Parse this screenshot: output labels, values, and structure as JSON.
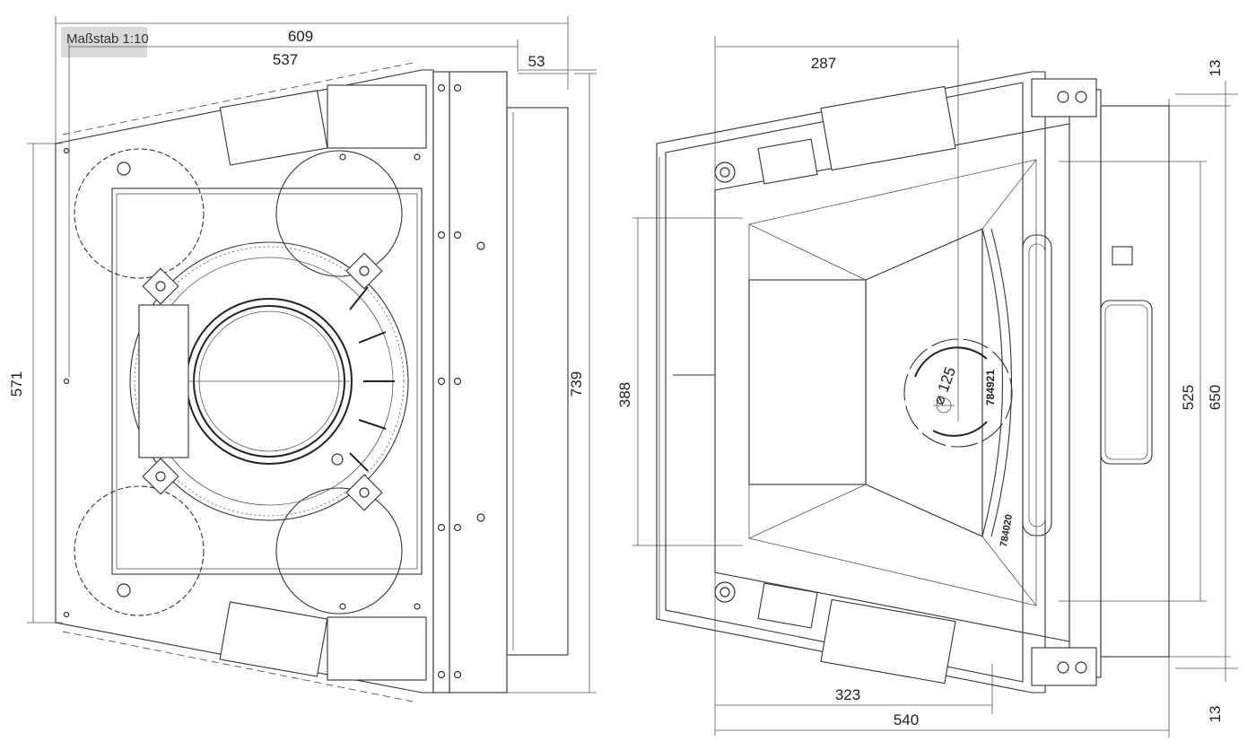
{
  "scale_label": "Maßstab 1:10",
  "left_view": {
    "dims": {
      "width_total": "609",
      "width_inner": "537",
      "offset": "53",
      "height_left": "571",
      "height_right": "739"
    }
  },
  "right_view": {
    "dims": {
      "top_depth": "287",
      "bottom_depth_inner": "323",
      "bottom_depth_total": "540",
      "opening_height": "388",
      "height_inner": "525",
      "height_total": "650",
      "margin_top": "13",
      "margin_bottom": "13",
      "flue_diameter": "⌀ 125",
      "part_number_1": "784921",
      "part_number_2": "784020"
    }
  }
}
